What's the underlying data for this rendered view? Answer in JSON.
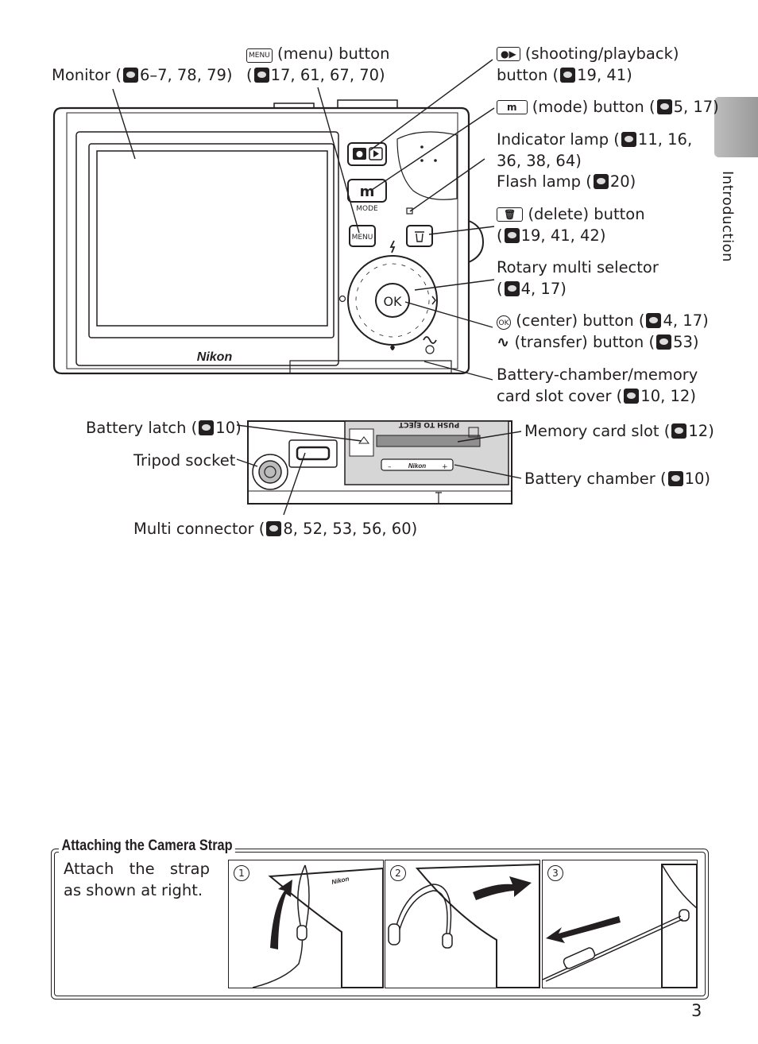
{
  "labels": {
    "monitor": {
      "text": "Monitor (",
      "pages": "6–7, 78, 79)"
    },
    "menu": {
      "icon": "MENU",
      "line1": "(menu) button",
      "line2_prefix": "(",
      "line2_pages": "17, 61, 67, 70)"
    },
    "shooting": {
      "line1": "(shooting/playback)",
      "line2": "button (",
      "line2_pages": "19, 41)"
    },
    "mode": {
      "icon": "m",
      "text": "(mode) button (",
      "pages": "5, 17)"
    },
    "indicator": {
      "line1": "Indicator lamp (",
      "line1_pages": "11, 16,",
      "line2": "36, 38, 64)"
    },
    "flash": {
      "text": "Flash lamp (",
      "pages": "20)"
    },
    "delete": {
      "line1": "(delete) button",
      "line2_prefix": "(",
      "line2_pages": "19, 41, 42)"
    },
    "rotary": {
      "line1": "Rotary multi selector",
      "line2_prefix": "(",
      "line2_pages": "4, 17)"
    },
    "center": {
      "icon": "OK",
      "text": "(center) button (",
      "pages": "4, 17)"
    },
    "transfer": {
      "text": "(transfer) button (",
      "pages": "53)"
    },
    "battery_cover": {
      "line1": "Battery-chamber/memory",
      "line2": "card slot cover (",
      "line2_pages": "10, 12)"
    },
    "battery_latch": {
      "text": "Battery latch (",
      "pages": "10)"
    },
    "tripod": {
      "text": "Tripod socket"
    },
    "memory_slot": {
      "text": "Memory card slot (",
      "pages": "12)"
    },
    "battery_chamber": {
      "text": "Battery chamber (",
      "pages": "10)"
    },
    "multi_connector": {
      "text": "Multi connector (",
      "pages": "8, 52, 53, 56, 60)"
    }
  },
  "camera": {
    "brand": "Nikon",
    "mode_label": "MODE",
    "menu_key": "MENU",
    "ok_key": "OK",
    "slot_text": "PUSH TO EJECT",
    "battery_brand": "Nikon"
  },
  "side_tab": {
    "text": "Introduction"
  },
  "strap": {
    "title": "Attaching the Camera Strap",
    "text": "Attach the strap as shown at right.",
    "steps": [
      "1",
      "2",
      "3"
    ],
    "brand": "Nikon"
  },
  "page_number": "3"
}
